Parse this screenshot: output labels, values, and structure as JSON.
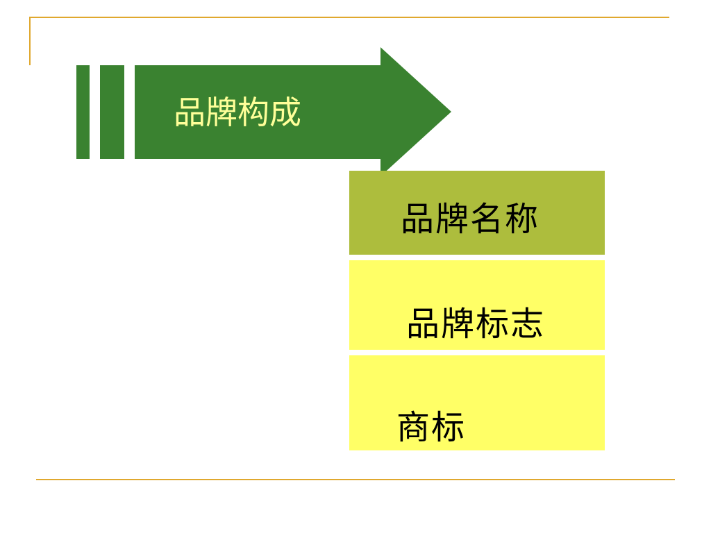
{
  "diagram": {
    "title": "品牌构成",
    "items": [
      {
        "label": "品牌名称",
        "color": "#adbd3d"
      },
      {
        "label": "品牌标志",
        "color": "#ffff66"
      },
      {
        "label": "商标",
        "color": "#ffff66"
      }
    ]
  },
  "colors": {
    "arrow": "#3a8230",
    "title_text": "#ffff99",
    "rule": "#e0a82e"
  }
}
